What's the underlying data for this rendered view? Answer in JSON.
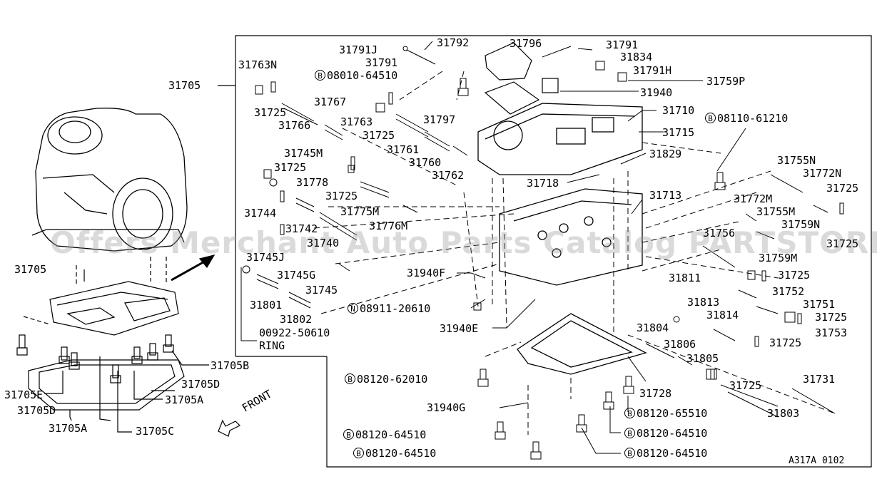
{
  "diagram": {
    "ref_code": "A317A 0102",
    "watermark": "Offers Merchant Auto Parts Catalog PARTSTORE SA",
    "front_label": "FRONT",
    "labels": {
      "p31705_main": "31705",
      "p31763N": "31763N",
      "p31791J": "31791J",
      "p31792": "31792",
      "p31791a": "31791",
      "p31796": "31796",
      "p31791b": "31791",
      "p31834": "31834",
      "p31791H": "31791H",
      "p31759P": "31759P",
      "b08010": "08010-64510",
      "p31940": "31940",
      "p31767": "31767",
      "p31725a": "31725",
      "p31763": "31763",
      "p31797": "31797",
      "p31710": "31710",
      "p31766": "31766",
      "p31725b": "31725",
      "p31715": "31715",
      "b08110": "08110-61210",
      "p31761": "31761",
      "p31745M": "31745M",
      "p31760": "31760",
      "p31725c": "31725",
      "p31762": "31762",
      "p31829": "31829",
      "p31778": "31778",
      "p31718": "31718",
      "p31755N": "31755N",
      "p31772N": "31772N",
      "p31725d": "31725",
      "p31725e": "31725",
      "p31713": "31713",
      "p31744": "31744",
      "p31775M": "31775M",
      "p31772M": "31772M",
      "p31755M": "31755M",
      "p31776M": "31776M",
      "p31759N": "31759N",
      "p31742": "31742",
      "p31756": "31756",
      "p31725f": "31725",
      "p31745J": "31745J",
      "p31740": "31740",
      "p31759M": "31759M",
      "p31745G": "31745G",
      "p31940F": "31940F",
      "p31725g": "31725",
      "p31811": "31811",
      "p31745": "31745",
      "p31752": "31752",
      "p31801": "31801",
      "p31813": "31813",
      "p31751": "31751",
      "n08911": "08911-20610",
      "p31802": "31802",
      "p31814": "31814",
      "p31725h": "31725",
      "p31940E": "31940E",
      "p31753": "31753",
      "p00922": "00922-50610",
      "ring": "RING",
      "p31804": "31804",
      "p31725i": "31725",
      "p31806": "31806",
      "p31805": "31805",
      "b08120a": "08120-62010",
      "p31731": "31731",
      "p31725j": "31725",
      "p31728": "31728",
      "p31940G": "31940G",
      "b08120b": "08120-65510",
      "p31803": "31803",
      "b08120c": "08120-64510",
      "b08120d": "08120-64510",
      "b08120e": "08120-64510",
      "b08120f": "08120-64510",
      "p31705_l": "31705",
      "p31705B": "31705B",
      "p31705D": "31705D",
      "p31705A": "31705A",
      "p31705E": "31705E",
      "p31705D2": "31705D",
      "p31705A2": "31705A",
      "p31705C": "31705C"
    },
    "bolt_prefix": "B",
    "nut_prefix": "N"
  }
}
